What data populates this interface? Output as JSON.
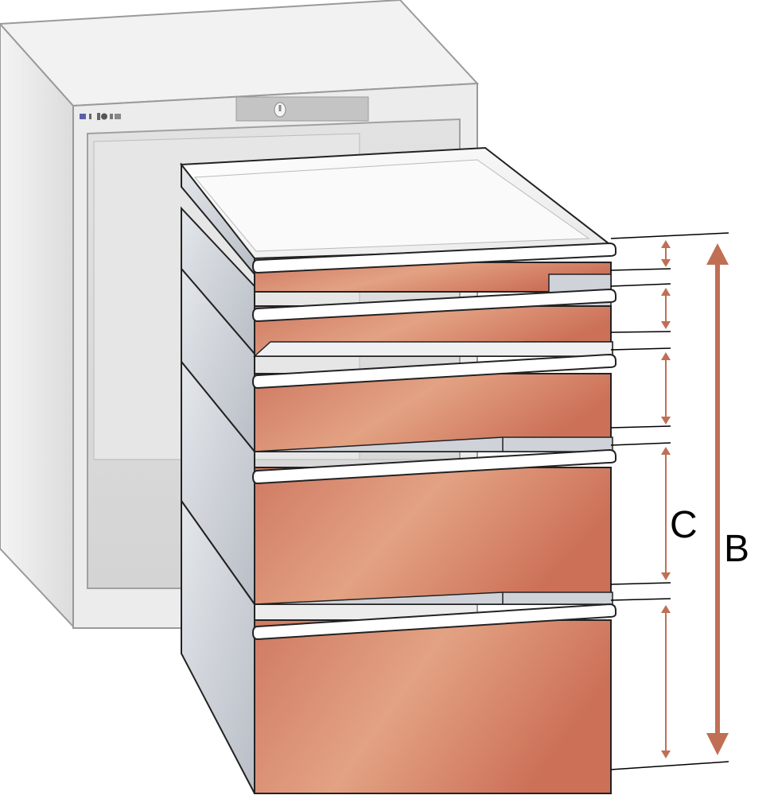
{
  "diagram": {
    "brand_mark": "",
    "dimension_labels": {
      "total_height": "B",
      "drawer_height": "C"
    },
    "drawers": [
      {
        "position": "top"
      },
      {
        "position": "second"
      },
      {
        "position": "third"
      },
      {
        "position": "fourth"
      },
      {
        "position": "bottom"
      }
    ],
    "colors": {
      "drawer_front": "#d27e66",
      "drawer_front_highlight": "#e3a283",
      "dimension_arrow": "#c06f55",
      "cabinet_body": "#eeeeee",
      "cabinet_outline": "#9a9a9a",
      "drawer_side": "#c9cdd4"
    }
  }
}
